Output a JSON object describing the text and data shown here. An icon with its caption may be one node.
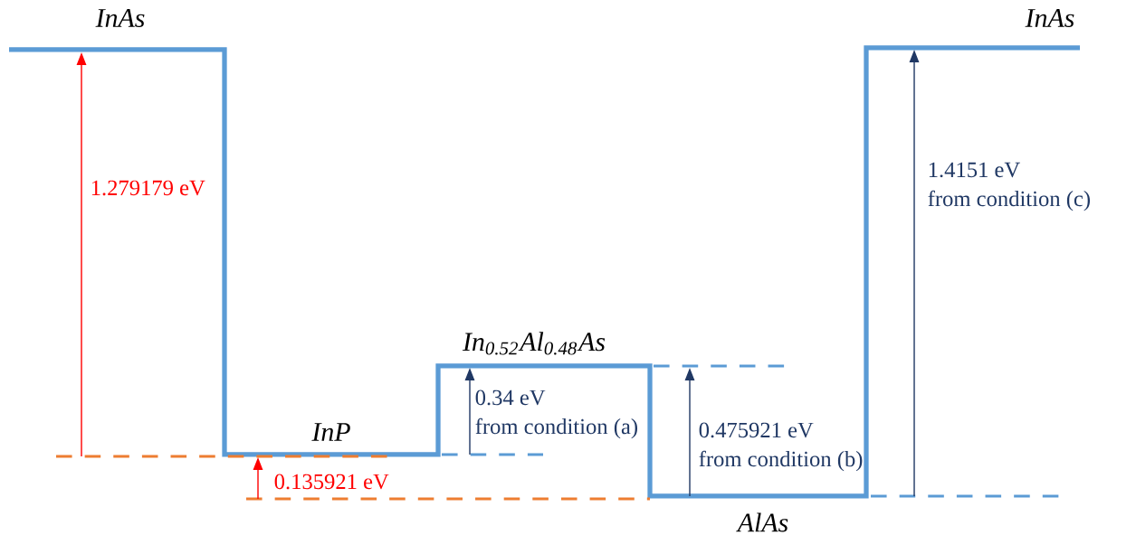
{
  "diagram": {
    "labels": [
      "InAs",
      "InAs",
      "1.279179 eV",
      "1.4151 eV",
      "from condition (c)",
      "In$_{0.52}$Al$_{0.48}$As",
      "0.34 eV",
      "from condition (a)",
      "InP",
      "0.475921 eV",
      "from condition (b)",
      "0.135921 eV",
      "AlAs"
    ]
  }
}
